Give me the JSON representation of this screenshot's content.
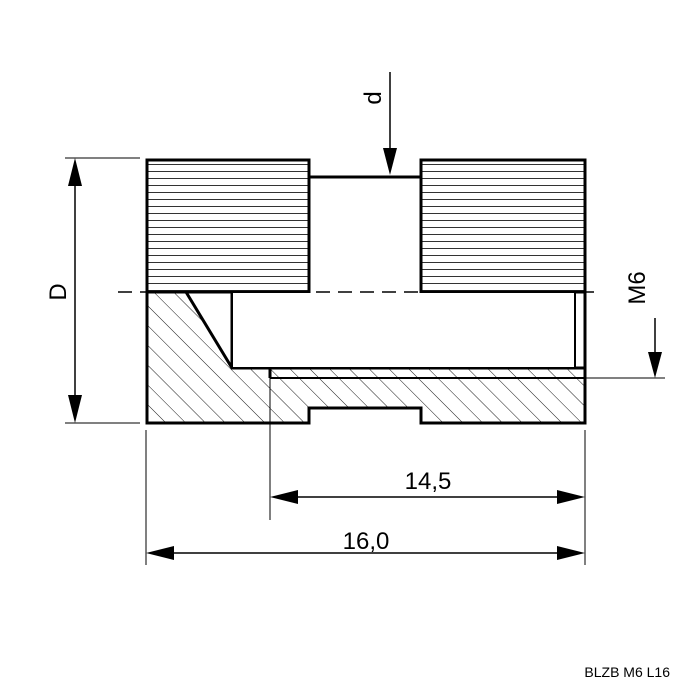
{
  "dimensions": {
    "inner_diameter_label": "d",
    "outer_diameter_label": "D",
    "thread_label": "M6",
    "thread_length": "14,5",
    "overall_length": "16,0"
  },
  "part_code": "BLZB M6 L16"
}
